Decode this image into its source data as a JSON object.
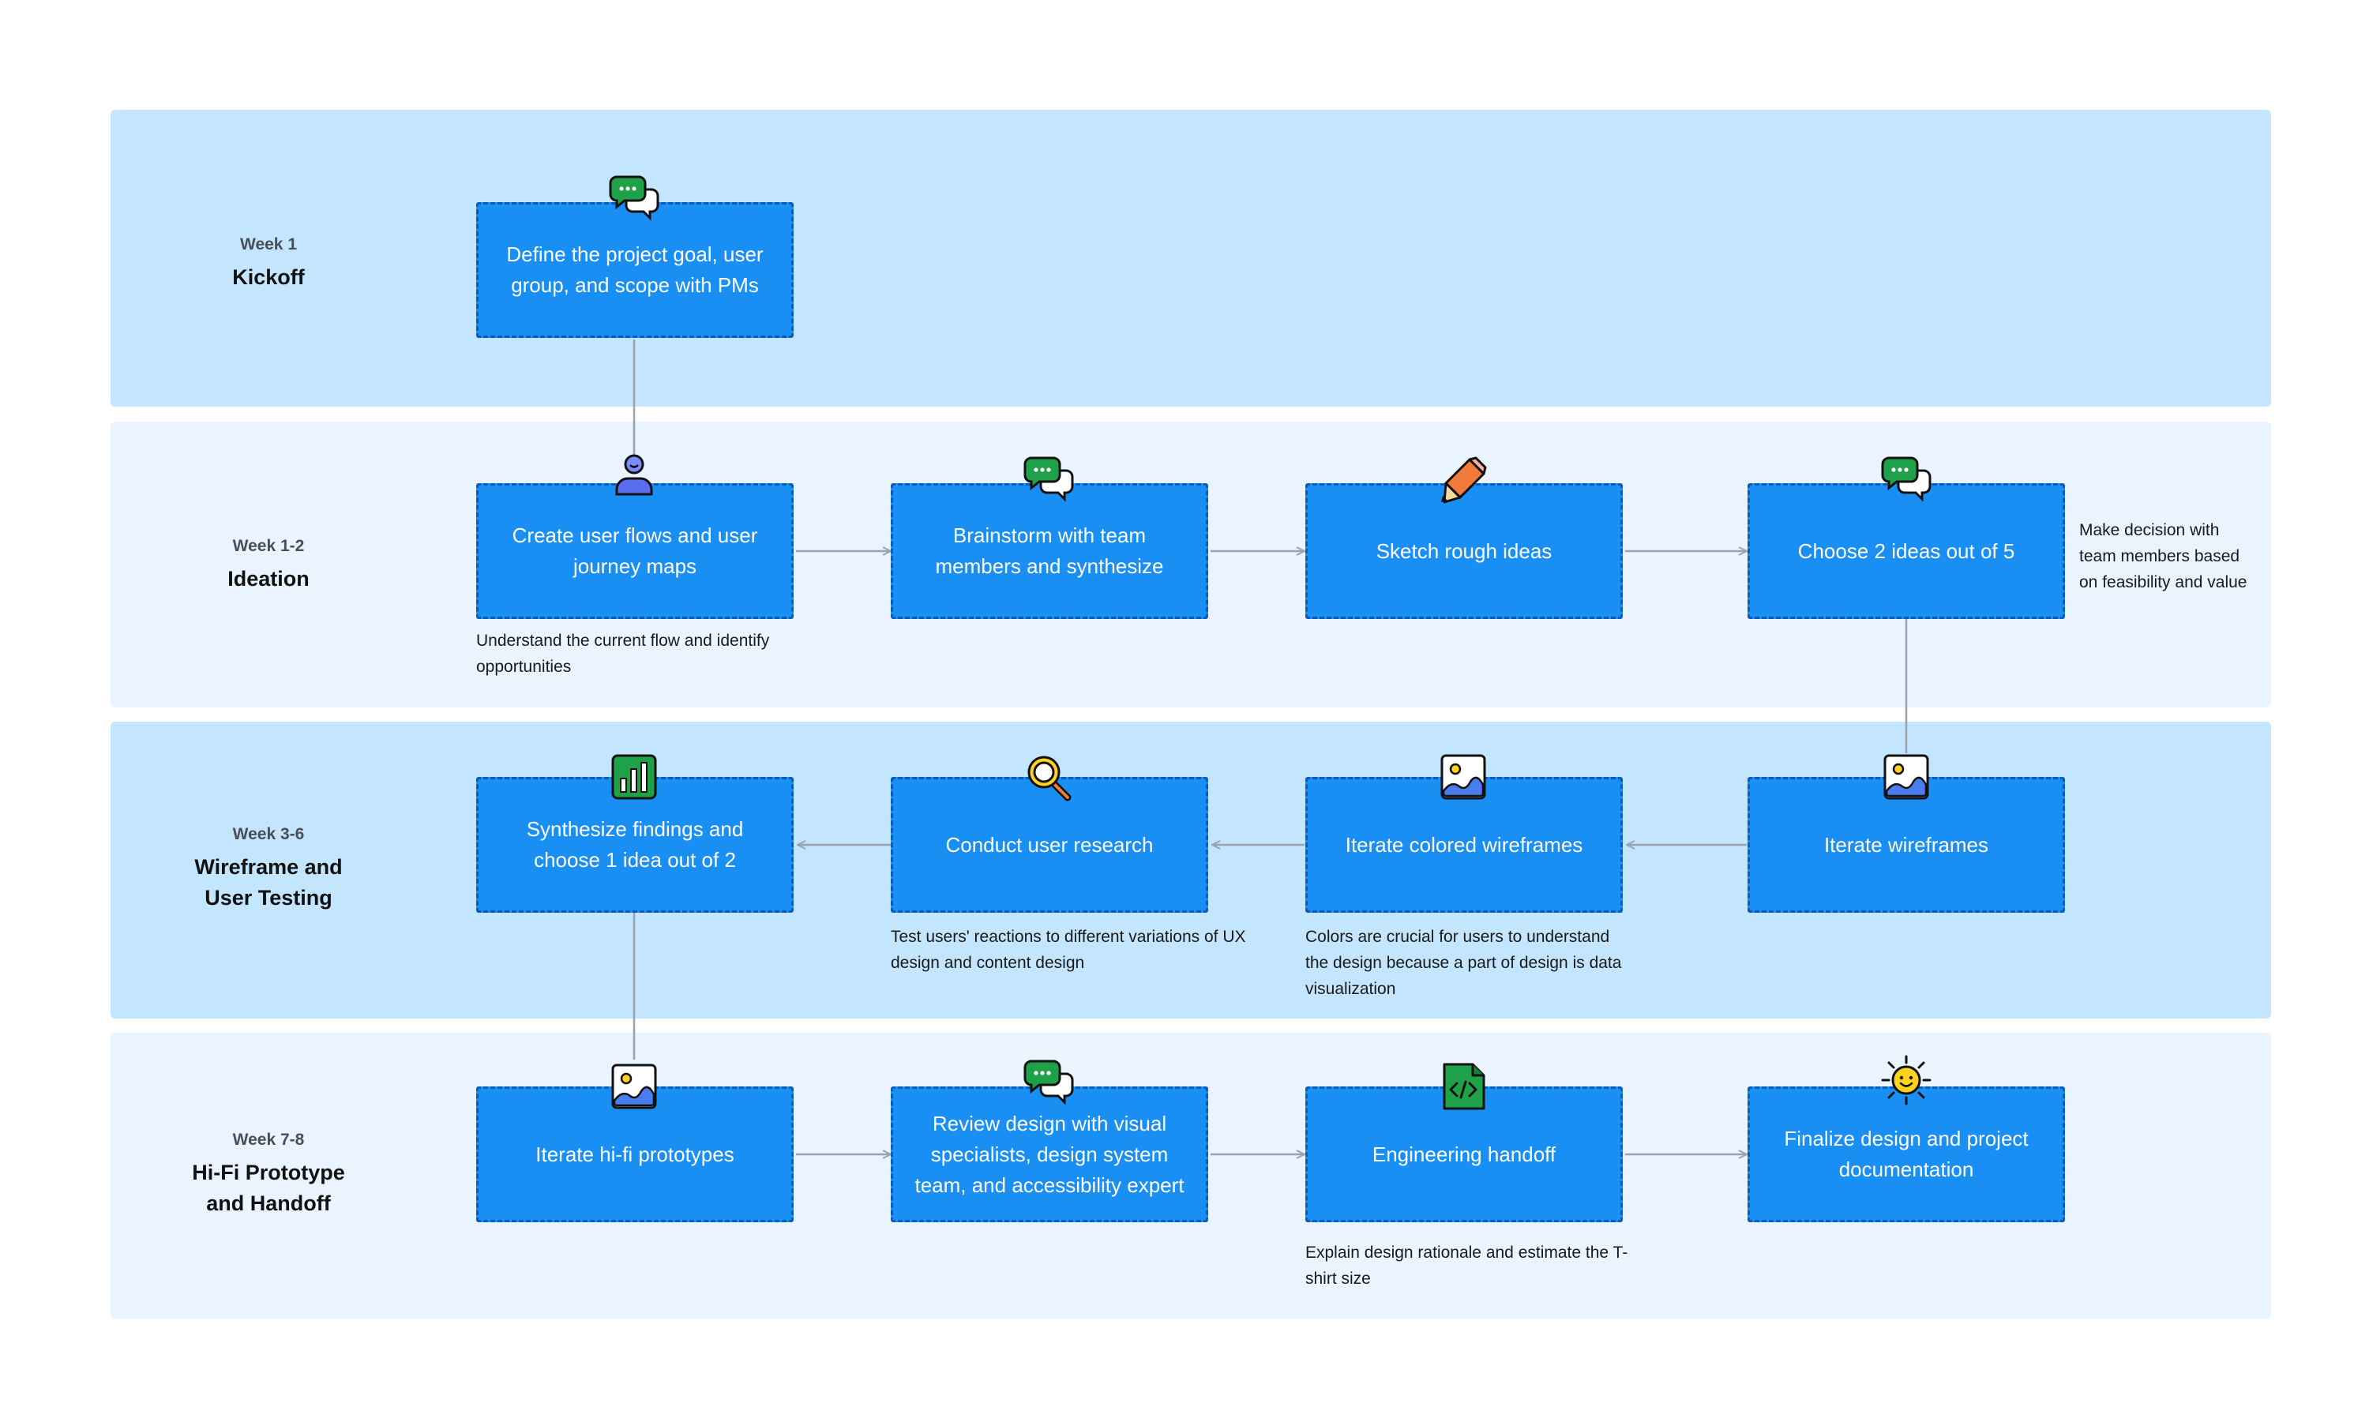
{
  "lanes": [
    {
      "week": "Week 1",
      "phase": "Kickoff"
    },
    {
      "week": "Week 1-2",
      "phase": "Ideation"
    },
    {
      "week": "Week 3-6",
      "phase": "Wireframe and User Testing"
    },
    {
      "week": "Week 7-8",
      "phase": "Hi-Fi Prototype and Handoff"
    }
  ],
  "nodes": {
    "kickoff_define": "Define the project goal, user group, and scope with PMs",
    "ideation_flows": "Create user flows and user journey maps",
    "ideation_brainstorm": "Brainstorm with team members and synthesize",
    "ideation_sketch": "Sketch rough ideas",
    "ideation_choose": "Choose 2 ideas out of 5",
    "test_iterate_wireframes": "Iterate wireframes",
    "test_iterate_colored": "Iterate colored wireframes",
    "test_user_research": "Conduct user research",
    "test_synthesize": "Synthesize findings and choose 1 idea out of 2",
    "hifi_prototypes": "Iterate hi-fi prototypes",
    "hifi_review": "Review design with visual specialists, design system team, and accessibility expert",
    "hifi_handoff": "Engineering handoff",
    "hifi_finalize": "Finalize design and project documentation"
  },
  "notes": {
    "flows": "Understand the current flow and identify opportunities",
    "choose": "Make decision with team members based on feasibility and value",
    "research": "Test users' reactions to different variations of UX design and content design",
    "colored": "Colors are crucial for users to understand the design because a part of design is data visualization",
    "handoff": "Explain design rationale and estimate the T-shirt size"
  },
  "icons": {
    "kickoff_define": "chat-bubbles-icon",
    "ideation_flows": "user-icon",
    "ideation_brainstorm": "chat-bubbles-icon",
    "ideation_sketch": "pencil-icon",
    "ideation_choose": "chat-bubbles-icon",
    "test_iterate_wireframes": "image-icon",
    "test_iterate_colored": "image-icon",
    "test_user_research": "magnifier-icon",
    "test_synthesize": "bar-chart-icon",
    "hifi_prototypes": "image-icon",
    "hifi_review": "chat-bubbles-icon",
    "hifi_handoff": "code-file-icon",
    "hifi_finalize": "sun-icon"
  },
  "colors": {
    "lane_dark": "#c3e5fd",
    "lane_light": "#e9f4fe",
    "node_fill": "#1a8ff3",
    "node_border": "#0d5db6",
    "connector": "#9aa3ab"
  }
}
